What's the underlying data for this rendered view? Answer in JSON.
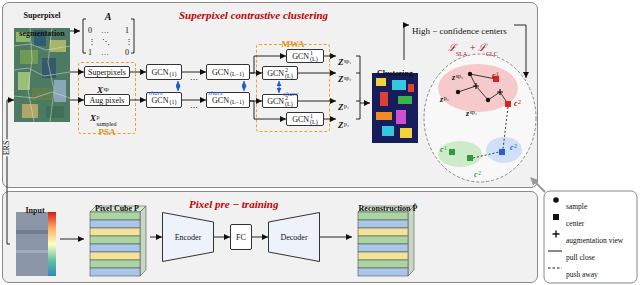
{
  "diagram": {
    "nodes": [
      {
        "text": [
          "Superpixel contrastive clustering"
        ]
      },
      {
        "text": [
          "Superpixel segmentation"
        ],
        "in": 0
      },
      {
        "text": [
          "A"
        ],
        "in": 0
      },
      {
        "text": [
          "PSA"
        ],
        "in": 0
      },
      {
        "text": [
          "Superpixels"
        ],
        "in": 3
      },
      {
        "text": [
          "Aug pixels"
        ],
        "in": 3
      },
      {
        "text": [
          "GCN",
          "(1)"
        ],
        "in": 0
      },
      {
        "text": [
          "GCN",
          "(1)"
        ],
        "in": 0
      },
      {
        "text": [
          "GCN",
          "(L−1)"
        ],
        "in": 0
      },
      {
        "text": [
          "GCN",
          "(L−1)"
        ],
        "in": 0
      },
      {
        "text": [
          "MWA"
        ],
        "in": 0
      },
      {
        "text": [
          "GCN",
          "1",
          "(L)"
        ],
        "in": 10
      },
      {
        "text": [
          "GCN",
          "2",
          "(L)"
        ],
        "in": 10
      },
      {
        "text": [
          "GCN",
          "2",
          "(L)"
        ],
        "in": 10
      },
      {
        "text": [
          "GCN",
          "1",
          "(L)"
        ],
        "in": 10
      },
      {
        "text": [
          "Clustering"
        ],
        "in": 0
      },
      {
        "text": [
          "Pixel pre − training"
        ]
      },
      {
        "text": [
          "Input"
        ],
        "in": 16
      },
      {
        "text": [
          "Pixel Cube P"
        ],
        "in": 16
      },
      {
        "text": [
          "Encoder"
        ],
        "in": 16
      },
      {
        "text": [
          "FC"
        ],
        "in": 16
      },
      {
        "text": [
          "Decoder"
        ],
        "in": 16
      },
      {
        "text": [
          "Reconstruction P̂"
        ],
        "in": 16
      }
    ],
    "edges": [
      {
        "from": 1,
        "to": 2,
        "arrow": "to"
      },
      {
        "from": 1,
        "to": 4,
        "arrow": "to"
      },
      {
        "from": 1,
        "to": 5,
        "arrow": "to"
      },
      {
        "from": 4,
        "to": 6,
        "arrow": "to"
      },
      {
        "from": 5,
        "to": 7,
        "arrow": "to"
      },
      {
        "from": 6,
        "to": 8,
        "arrow": "to",
        "label": "⋯"
      },
      {
        "from": 7,
        "to": 9,
        "arrow": "to",
        "label": "⋯"
      },
      {
        "from": 8,
        "to": 12,
        "arrow": "to"
      },
      {
        "from": 8,
        "to": 11,
        "arrow": "to"
      },
      {
        "from": 9,
        "to": 13,
        "arrow": "to"
      },
      {
        "from": 9,
        "to": 14,
        "arrow": "to"
      },
      {
        "from": 17,
        "to": 18,
        "arrow": "to"
      },
      {
        "from": 18,
        "to": 19,
        "arrow": "to"
      },
      {
        "from": 19,
        "to": 20,
        "arrow": "to"
      },
      {
        "from": 20,
        "to": 21,
        "arrow": "to"
      },
      {
        "from": 21,
        "to": 22,
        "arrow": "to"
      },
      {
        "from": 17,
        "to": 1,
        "arrow": "to",
        "label": "ERS"
      }
    ],
    "labels": [
      "0",
      "…",
      "1",
      "⋮",
      "⋱",
      "⋮",
      "1",
      "…",
      "0",
      "X",
      "sp",
      "X",
      "p",
      "sampled",
      "share",
      "share",
      "share",
      "Z",
      "sp₁",
      "Z",
      "sp₂",
      "Z",
      "p₁",
      "Z",
      "p₂",
      "High − confidence centers",
      "ℒ",
      "SLA",
      "+",
      "ℒ",
      "CLC",
      "z",
      "sp₂",
      "z",
      "p₂",
      "z",
      "sp₁",
      "c",
      "1",
      "c",
      "2",
      "c",
      "2",
      "c",
      "1",
      "c",
      "2"
    ],
    "legend": [
      {
        "text": "sample"
      },
      {
        "text": "center"
      },
      {
        "text": "augmentation view"
      },
      {
        "text": "pull close"
      },
      {
        "text": "push away"
      }
    ]
  }
}
